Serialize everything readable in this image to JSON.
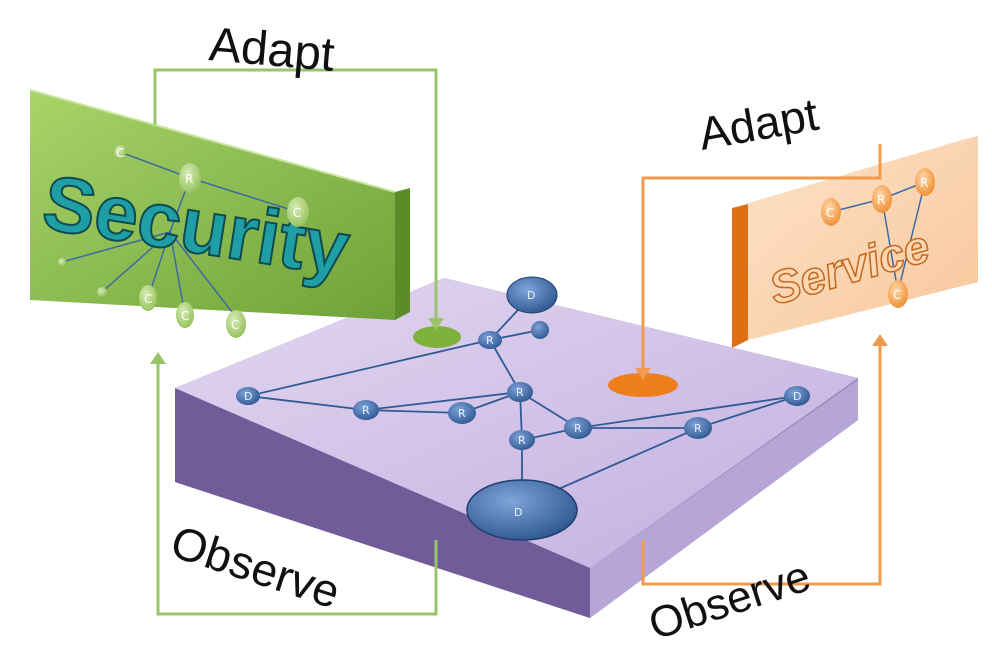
{
  "labels": {
    "adapt_left": "Adapt",
    "adapt_right": "Adapt",
    "observe_left": "Observe",
    "observe_right": "Observe"
  },
  "panels": {
    "security": {
      "title": "Security",
      "nodes": [
        "C",
        "R",
        "C",
        "C",
        "C",
        "C"
      ]
    },
    "service": {
      "title": "Service",
      "nodes": [
        "C",
        "R",
        "R",
        "C"
      ]
    }
  },
  "network": {
    "nodes": [
      "D",
      "R",
      "R",
      "D",
      "R",
      "R",
      "R",
      "R",
      "R",
      "D",
      "D"
    ]
  },
  "colors": {
    "security_green": "#8cc44a",
    "service_orange": "#f5a15c",
    "platform_purple": "#c8b6e2",
    "node_blue": "#3d6aa5",
    "arrow_green": "#98c46a",
    "arrow_orange": "#f09a4e"
  }
}
